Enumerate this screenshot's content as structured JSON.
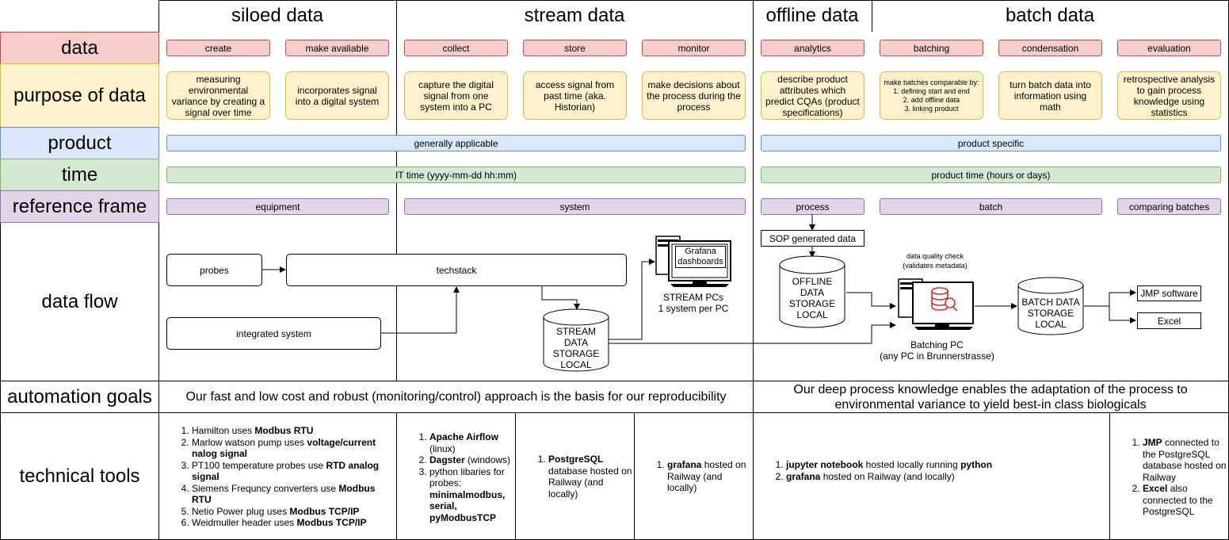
{
  "columns": {
    "siloed": "siloed data",
    "stream": "stream data",
    "offline": "offline data",
    "batch": "batch data"
  },
  "rows": {
    "data": "data",
    "purpose": "purpose of data",
    "product": "product",
    "time": "time",
    "reference": "reference frame",
    "flow": "data flow",
    "goals": "automation goals",
    "tools": "technical tools"
  },
  "row_colors": {
    "data": "#f8cecc",
    "purpose": "#fff2cc",
    "product": "#dae8fc",
    "time": "#d5e8d4",
    "reference": "#e1d5e7"
  },
  "data_steps": [
    "create",
    "make avaliable",
    "collect",
    "store",
    "monitor",
    "analytics",
    "batching",
    "condensation",
    "evaluation"
  ],
  "purposes": {
    "create": "measuring environmental variance by creating a signal over time",
    "make_available": "incorporates signal into a digital system",
    "collect": "capture the digital signal from one system into a PC",
    "store": "access signal from past time (aka. Historian)",
    "monitor": "make decisions about the process during the process",
    "analytics": "describe product attributes which predict CQAs (product specifications)",
    "batching_intro": "make batches comparable by:",
    "batching_items": [
      "1. defining start and end",
      "2. add offline data",
      "3. linking product"
    ],
    "condensation": "turn batch data into information using math",
    "evaluation": "retrospective analysis to gain process knowledge using statistics"
  },
  "product": {
    "left": "generally applicable",
    "right": "product specific"
  },
  "time": {
    "left": "IT time (yyyy-mm-dd hh:mm)",
    "right": "product time (hours or days)"
  },
  "reference": {
    "equipment": "equipment",
    "system": "system",
    "process": "process",
    "batch": "batch",
    "comparing": "comparing batches"
  },
  "flow": {
    "probes": "probes",
    "techstack": "techstack",
    "integrated": "integrated system",
    "grafana": "Grafana dashboards",
    "stream_pcs_title": "STREAM PCs",
    "stream_pcs_sub": "1 system per PC",
    "stream_storage": "STREAM DATA STORAGE LOCAL",
    "sop": "SOP generated data",
    "offline_storage": "OFFLINE DATA STORAGE LOCAL",
    "dq_title": "data quality check",
    "dq_sub": "(validates metadata)",
    "batching_pc_title": "Batching PC",
    "batching_pc_sub": "(any PC in Brunnerstrasse)",
    "batch_storage": "BATCH DATA STORAGE LOCAL",
    "jmp": "JMP software",
    "excel": "Excel"
  },
  "goals": {
    "left": "Our fast and low cost and robust (monitoring/control) approach is the basis for our reproducibility",
    "right": "Our deep process knowledge enables the adaptation of the process to environmental variance to yield best-in class biologicals"
  },
  "tools": {
    "siloed": [
      {
        "pre": "Hamilton uses ",
        "bold": "Modbus RTU",
        "post": ""
      },
      {
        "pre": "Marlow watson pump uses ",
        "bold": "voltage/current nalog signal",
        "post": ""
      },
      {
        "pre": "PT100 temperature probes use ",
        "bold": "RTD analog signal",
        "post": ""
      },
      {
        "pre": "Siemens Frequncy converters use ",
        "bold": "Modbus RTU",
        "post": ""
      },
      {
        "pre": "Netio Power plug uses ",
        "bold": "Modbus TCP/IP",
        "post": ""
      },
      {
        "pre": "Weidmuller header uses ",
        "bold": "Modbus TCP/IP",
        "post": ""
      }
    ],
    "collect": [
      {
        "pre": "",
        "bold": "Apache Airflow",
        "post": " (linux)"
      },
      {
        "pre": "",
        "bold": "Dagster",
        "post": " (windows)"
      },
      {
        "pre": "python libaries for probes: ",
        "bold": "minimalmodbus, serial, pyModbusTCP",
        "post": ""
      }
    ],
    "store": [
      {
        "pre": "",
        "bold": "PostgreSQL",
        "post": " database hosted on Railway (and locally)"
      }
    ],
    "monitor": [
      {
        "pre": "",
        "bold": "grafana",
        "post": " hosted on Railway (and locally)"
      }
    ],
    "analytics": [
      {
        "pre": "",
        "bold": "jupyter notebook",
        "post": " hosted locally running ",
        "bold2": "python"
      },
      {
        "pre": "",
        "bold": "grafana",
        "post": " hosted on Railway (and locally)"
      }
    ],
    "evaluation": [
      {
        "pre": "",
        "bold": "JMP",
        "post": " connected to the PostgreSQL database hosted on Railway"
      },
      {
        "pre": "",
        "bold": "Excel",
        "post": " also connected to the PostgreSQL"
      }
    ]
  }
}
